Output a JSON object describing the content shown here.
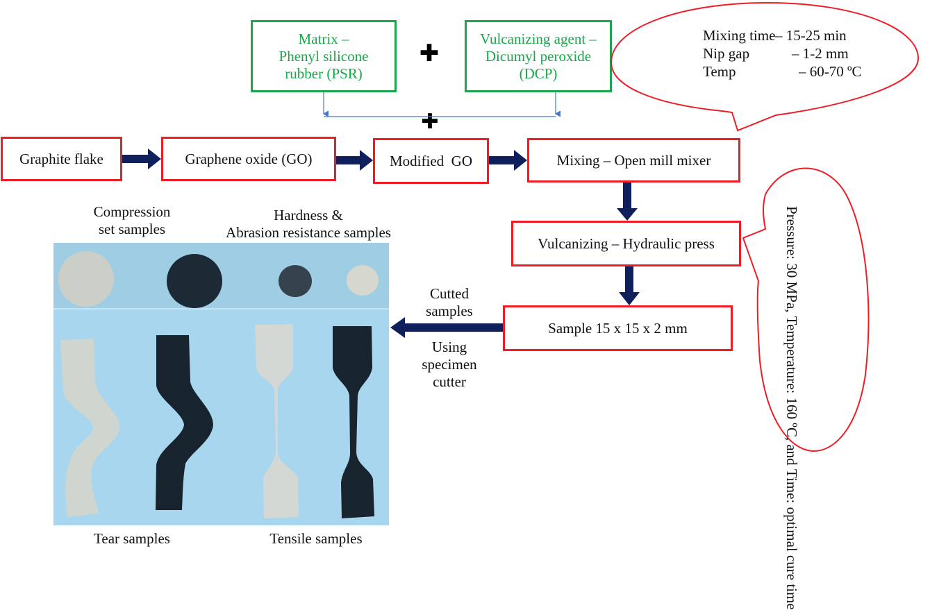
{
  "inputs": {
    "matrix": [
      "Matrix –",
      "Phenyl silicone",
      "rubber (PSR)"
    ],
    "vulcanizing_agent": [
      "Vulcanizing agent –",
      "Dicumyl peroxide",
      "(DCP)"
    ],
    "plus_symbol": "✚"
  },
  "process": {
    "graphite": "Graphite flake",
    "graphene_oxide": "Graphene oxide (GO)",
    "modified_go": "Modified  GO",
    "mixing": "Mixing – Open mill mixer",
    "vulcanizing": "Vulcanizing – Hydraulic press",
    "sample": "Sample 15 x 15 x 2 mm"
  },
  "mixing_conditions": {
    "rows": [
      {
        "label": "Mixing time",
        "value": "– 15-25 min"
      },
      {
        "label": "Nip gap",
        "value": "– 1-2 mm"
      },
      {
        "label": "Temp",
        "value": "– 60-70 ºC"
      }
    ]
  },
  "vulcanizing_conditions": {
    "lines": [
      "Pressure: 30 MPa,",
      "Temperature: 160 ºC, and",
      "Time: optimal cure time"
    ]
  },
  "cutting": {
    "above": [
      "Cutted",
      "samples"
    ],
    "below": [
      "Using",
      "specimen",
      "cutter"
    ]
  },
  "photo_labels": {
    "compression": [
      "Compression",
      "set samples"
    ],
    "hardness": [
      "Hardness &",
      "Abrasion resistance samples"
    ],
    "tear": "Tear samples",
    "tensile": "Tensile samples"
  },
  "colors": {
    "process_border": "#ee1c24",
    "input_border": "#1aa64a",
    "arrow": "#0f1f5c",
    "connector": "#4a78c8",
    "photo_bg": "#a6d3ea"
  }
}
